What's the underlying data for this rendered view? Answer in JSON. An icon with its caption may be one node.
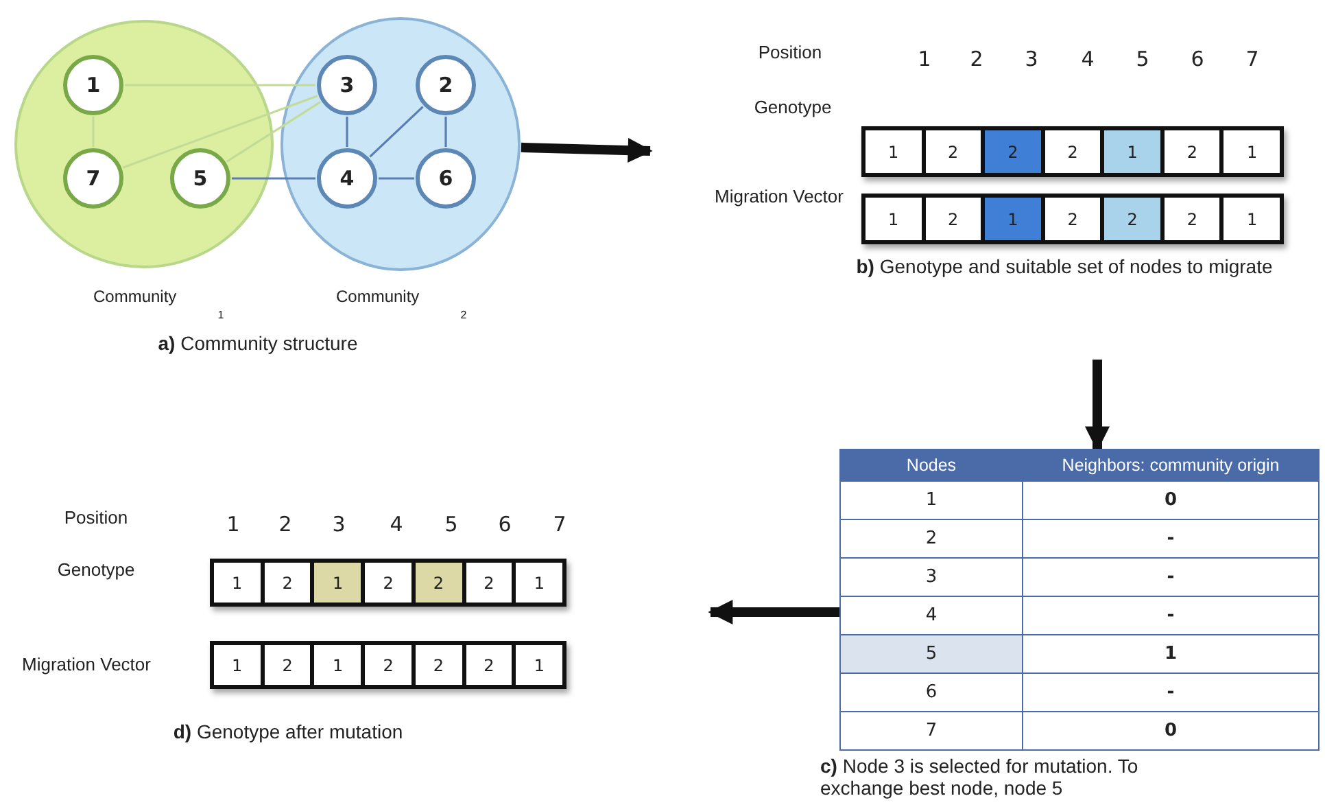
{
  "diagram": {
    "nodes": [
      {
        "text": [
          "Community$_{1}$"
        ]
      },
      {
        "text": [
          "1"
        ],
        "in": 0
      },
      {
        "text": [
          "7"
        ],
        "in": 0
      },
      {
        "text": [
          "5"
        ],
        "in": 0
      },
      {
        "text": [
          "Community$_{2}$"
        ]
      },
      {
        "text": [
          "3"
        ],
        "in": 4
      },
      {
        "text": [
          "2"
        ],
        "in": 4
      },
      {
        "text": [
          "4"
        ],
        "in": 4
      },
      {
        "text": [
          "6"
        ],
        "in": 4
      },
      {
        "text": [
          "1",
          "2",
          "2",
          "2",
          "1",
          "2",
          "1"
        ]
      },
      {
        "text": [
          "1",
          "2",
          "1",
          "2",
          "2",
          "2",
          "1"
        ]
      },
      {
        "text": [
          "Nodes",
          "Neighbors: community origin",
          "1",
          "0",
          "2",
          "-",
          "3",
          "-",
          "4",
          "-",
          "5",
          "1",
          "6",
          "-",
          "7",
          "0"
        ]
      },
      {
        "text": [
          "1",
          "2",
          "1",
          "2",
          "2",
          "2",
          "1"
        ]
      },
      {
        "text": [
          "1",
          "2",
          "1",
          "2",
          "2",
          "2",
          "1"
        ]
      }
    ],
    "edges": [
      {
        "from": 1,
        "to": 5,
        "arrow": "none",
        "color": "#c2dc98"
      },
      {
        "from": 1,
        "to": 2,
        "arrow": "none",
        "color": "#c2dc98"
      },
      {
        "from": 2,
        "to": 5,
        "arrow": "none",
        "color": "#c2dc98"
      },
      {
        "from": 3,
        "to": 5,
        "arrow": "none",
        "color": "#c2dc98"
      },
      {
        "from": 3,
        "to": 7,
        "arrow": "none"
      },
      {
        "from": 5,
        "to": 7,
        "arrow": "none"
      },
      {
        "from": 7,
        "to": 6,
        "arrow": "none"
      },
      {
        "from": 6,
        "to": 8,
        "arrow": "none"
      },
      {
        "from": 7,
        "to": 8,
        "arrow": "none"
      },
      {
        "from": 4,
        "to": null,
        "arrow": "to",
        "style": "thick",
        "color": "#111111"
      },
      {
        "from": null,
        "to": 11,
        "arrow": "to",
        "style": "thick",
        "color": "#111111"
      },
      {
        "from": 11,
        "to": null,
        "arrow": "to",
        "style": "thick",
        "color": "#111111"
      }
    ],
    "labels": [
      "**a)** Community structure",
      "Position",
      "1",
      "2",
      "3",
      "4",
      "5",
      "6",
      "7",
      "Genotype",
      "Migration Vector",
      "**b)** Genotype and suitable set of nodes to migrate",
      "**c)** Node 3 is selected for mutation. To exchange best node, node 5",
      "Position",
      "1",
      "2",
      "3",
      "4",
      "5",
      "6",
      "7",
      "Genotype",
      "Migration Vector",
      "**d)** Genotype after mutation"
    ]
  }
}
